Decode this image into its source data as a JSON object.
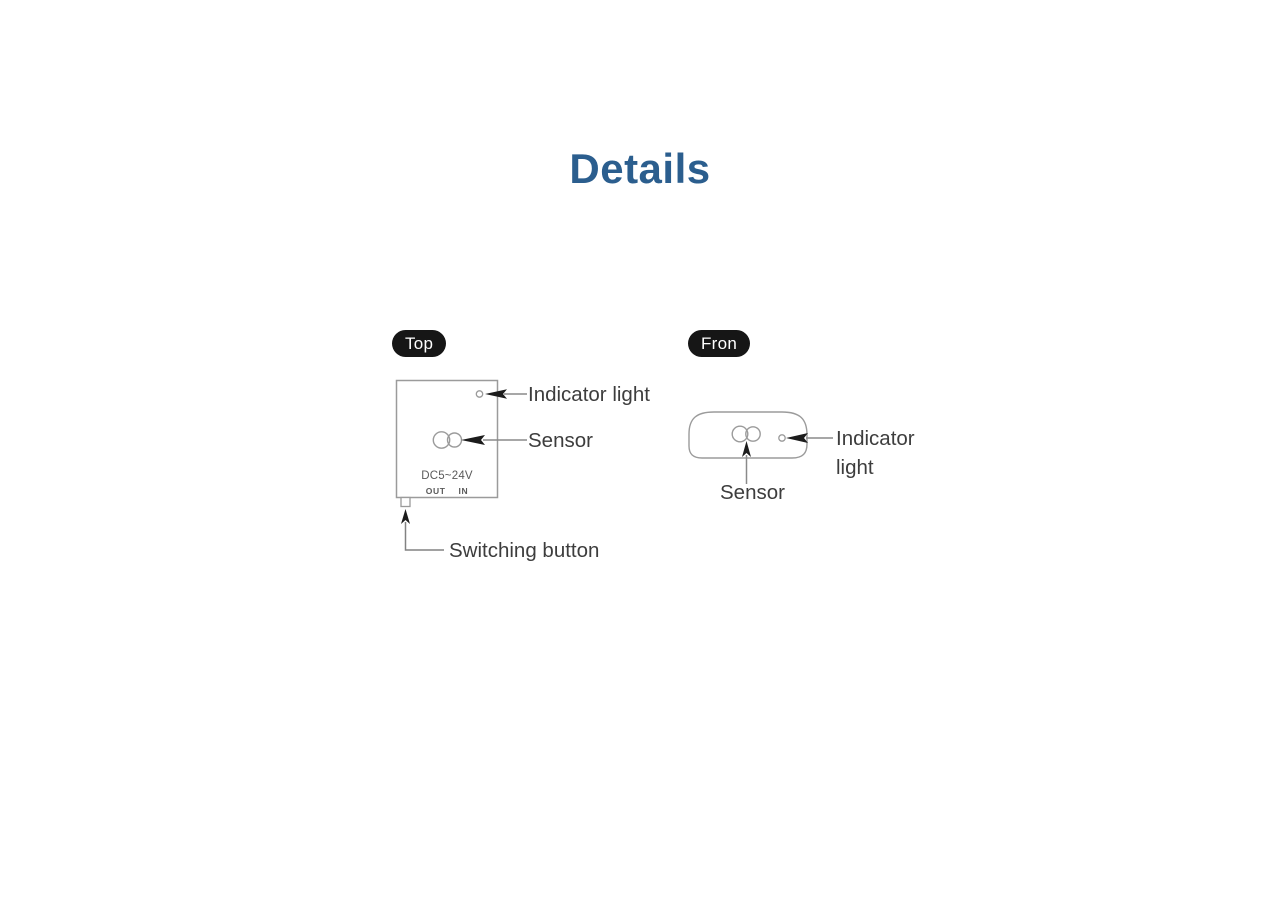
{
  "page": {
    "title": "Details"
  },
  "colors": {
    "title": "#2b5e8e",
    "badge_background": "#161616",
    "badge_text": "#ffffff",
    "shape_outline": "#9b9b9b",
    "connector_line": "#8a8a8a",
    "arrowhead": "#1c1c1c",
    "label_text": "#3d3d3d",
    "device_marking_text": "#5a5a5a"
  },
  "top_view": {
    "badge_label": "Top",
    "callouts": {
      "indicator_light": "Indicator light",
      "sensor": "Sensor",
      "switching_button": "Switching button"
    },
    "device_markings": {
      "voltage": "DC5~24V",
      "port_out": "OUT",
      "port_in": "IN"
    }
  },
  "front_view": {
    "badge_label": "Fron",
    "callouts": {
      "indicator_light": "Indicator light",
      "sensor": "Sensor"
    }
  }
}
